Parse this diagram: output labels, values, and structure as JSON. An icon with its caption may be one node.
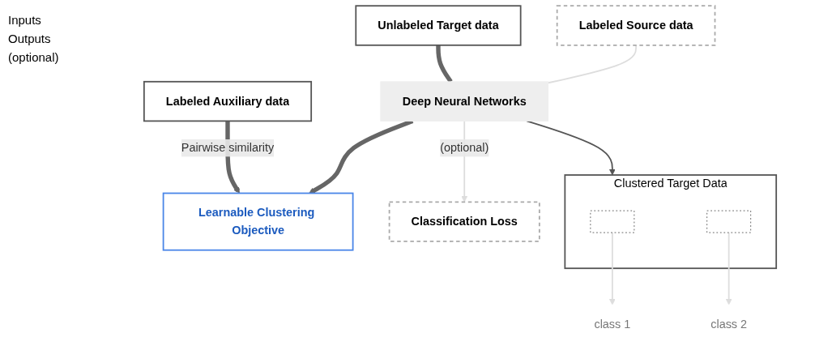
{
  "diagram": {
    "nodes": [
      {
        "text": [
          "Labeled Auxiliary data"
        ]
      },
      {
        "text": [
          "Unlabeled Target data"
        ]
      },
      {
        "text": [
          "Labeled Source data"
        ]
      },
      {
        "text": [
          "Deep Neural Networks"
        ]
      },
      {
        "text": [
          "Learnable Clustering Objective"
        ]
      },
      {
        "text": [
          "Classification Loss"
        ]
      },
      {
        "text": [
          "Clustered Target Data"
        ]
      },
      {
        "text": [],
        "shape": "box",
        "in": 6
      },
      {
        "text": [],
        "shape": "box",
        "in": 6
      },
      {
        "text": [
          "class 1"
        ]
      },
      {
        "text": [
          "class 2"
        ]
      }
    ],
    "edges": [
      {
        "from": 0,
        "to": 4,
        "arrow": "to",
        "label": "Pairwise similarity",
        "style": "thick",
        "color": "#666666"
      },
      {
        "from": 1,
        "to": 3,
        "arrow": "none",
        "style": "thick",
        "color": "#666666"
      },
      {
        "from": 3,
        "to": 4,
        "arrow": "to",
        "style": "thick",
        "color": "#666666"
      },
      {
        "from": 2,
        "to": 3,
        "arrow": "none",
        "color": "#dddddd"
      },
      {
        "from": 3,
        "to": 5,
        "arrow": "to",
        "label": "(optional)",
        "color": "#dddddd"
      },
      {
        "from": 3,
        "to": 6,
        "arrow": "to",
        "color": "#555555"
      },
      {
        "from": 7,
        "to": 9,
        "arrow": "to",
        "color": "#dddddd"
      },
      {
        "from": 8,
        "to": 10,
        "arrow": "to",
        "color": "#dddddd"
      }
    ],
    "labels": [
      "Inputs",
      "Outputs",
      "(optional)"
    ]
  }
}
